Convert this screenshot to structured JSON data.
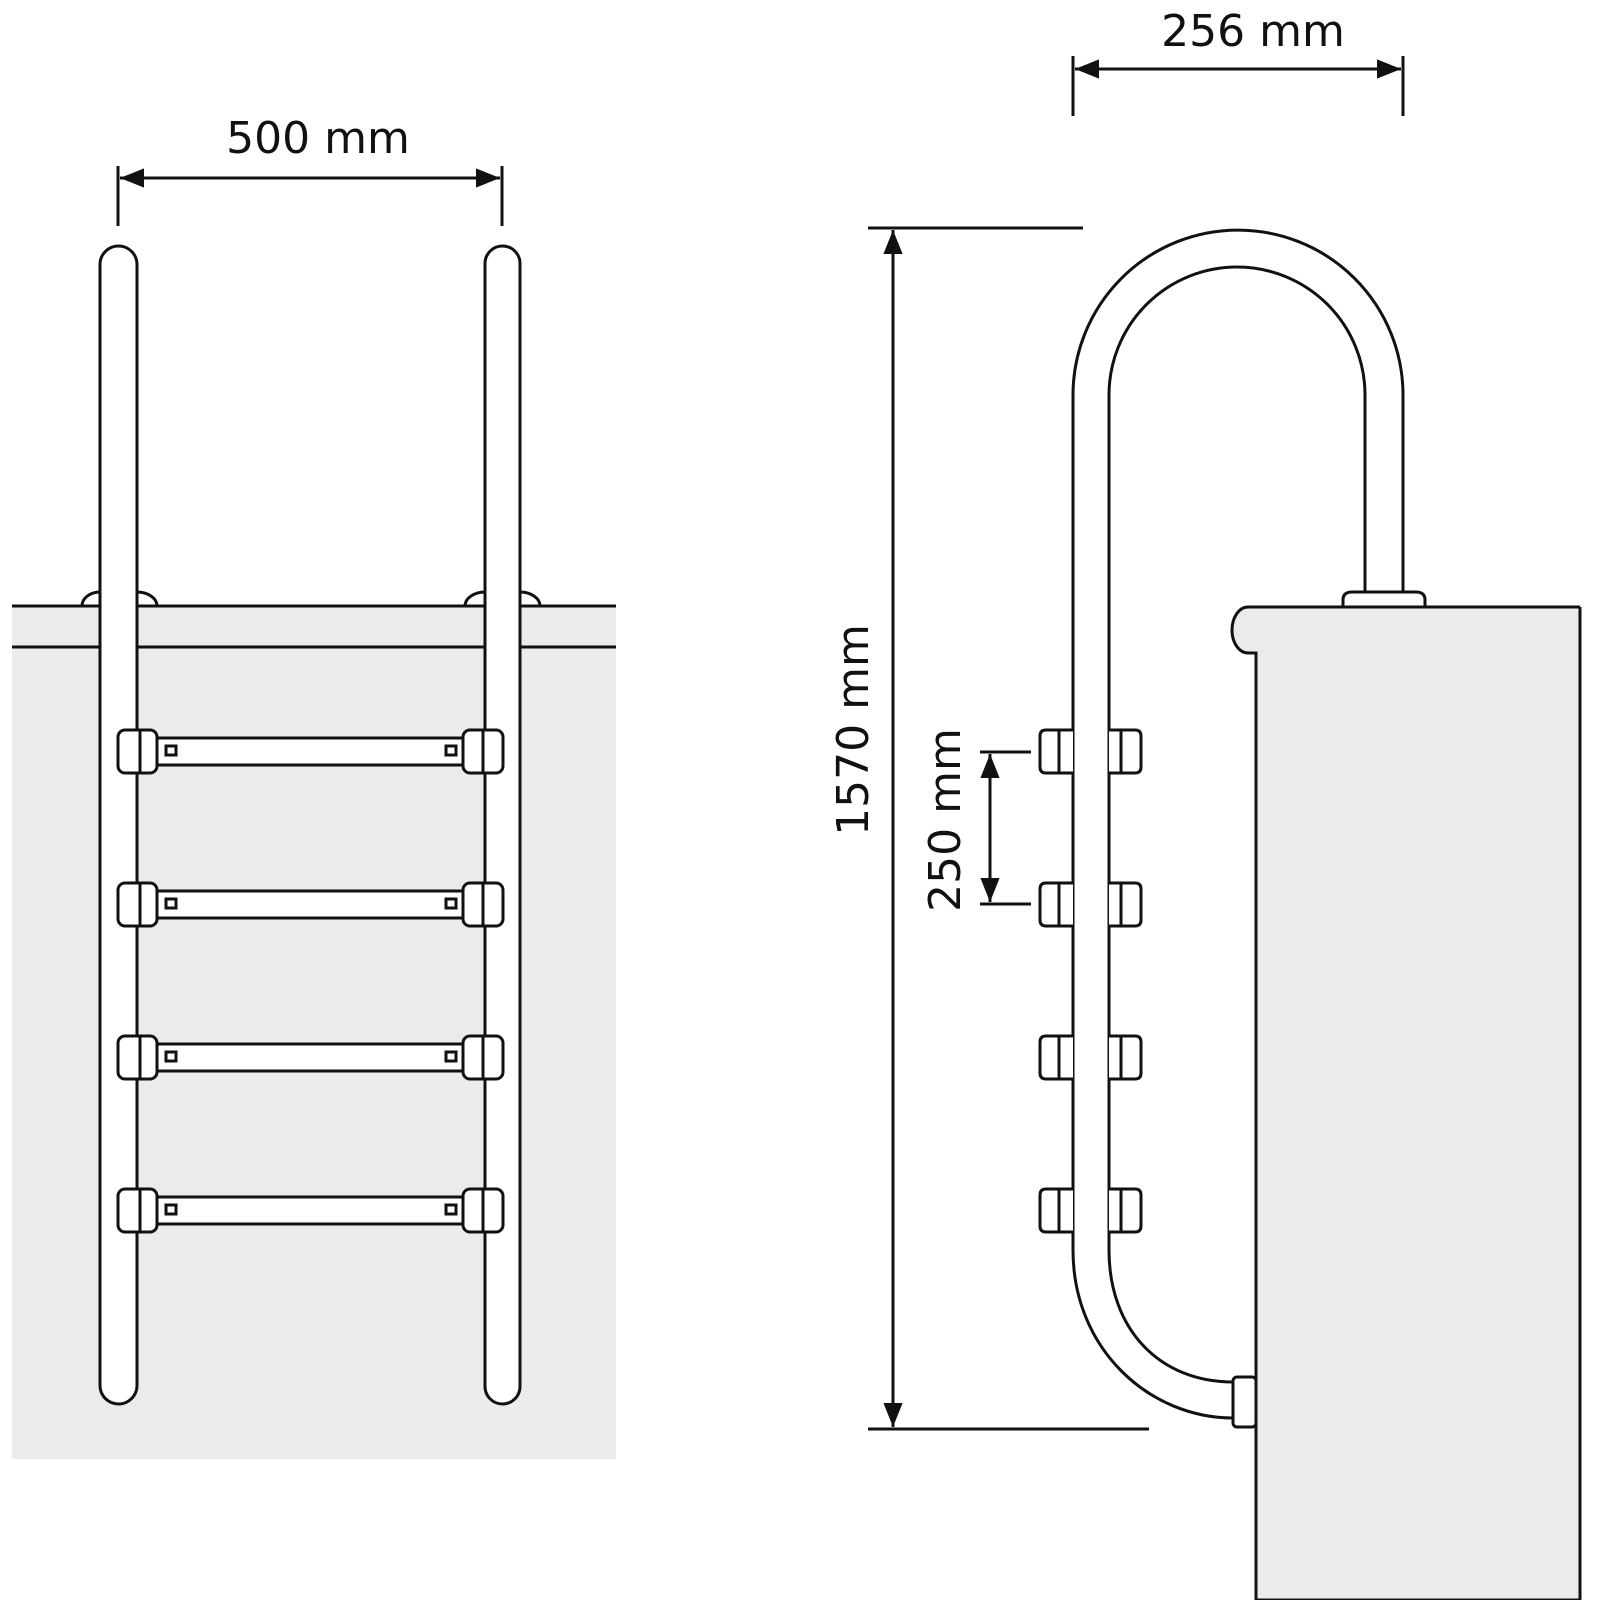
{
  "front_view": {
    "width_label": "500 mm",
    "rung_count": 4
  },
  "side_view": {
    "depth_label": "256 mm",
    "height_label": "1570 mm",
    "step_spacing_label": "250 mm",
    "step_count": 4
  },
  "colors": {
    "line": "#111111",
    "pool_fill": "#ebebeb",
    "background": "#ffffff"
  }
}
